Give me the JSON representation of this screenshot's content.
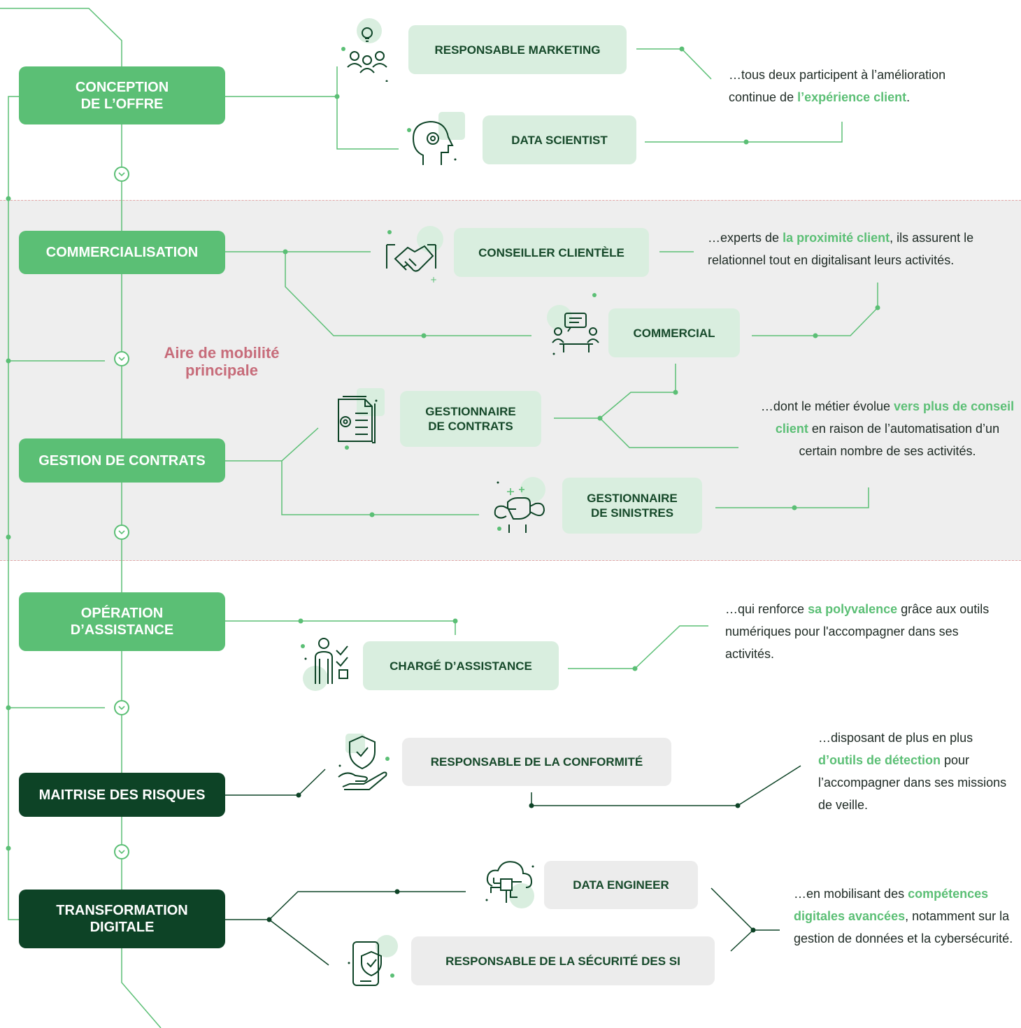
{
  "colors": {
    "green": "#5bbf75",
    "dark_green": "#0d4326",
    "mint": "#d9eedf",
    "grey": "#ececec",
    "pink": "#c76c7a"
  },
  "area_label": "Aire de mobilité principale",
  "stages": [
    {
      "label": "CONCEPTION\nDE L’OFFRE",
      "variant": "light"
    },
    {
      "label": "COMMERCIALISATION",
      "variant": "light"
    },
    {
      "label": "GESTION DE CONTRATS",
      "variant": "light"
    },
    {
      "label": "OPÉRATION\nD’ASSISTANCE",
      "variant": "light"
    },
    {
      "label": "MAITRISE DES RISQUES",
      "variant": "dark"
    },
    {
      "label": "TRANSFORMATION\nDIGITALE",
      "variant": "dark"
    }
  ],
  "roles": [
    {
      "label": "RESPONSABLE MARKETING",
      "icon": "people-idea-icon"
    },
    {
      "label": "DATA SCIENTIST",
      "icon": "head-gear-icon"
    },
    {
      "label": "CONSEILLER CLIENTÈLE",
      "icon": "handshake-icon"
    },
    {
      "label": "COMMERCIAL",
      "icon": "meeting-table-icon"
    },
    {
      "label": "GESTIONNAIRE\nDE CONTRATS",
      "icon": "document-gear-icon"
    },
    {
      "label": "GESTIONNAIRE\nDE SINISTRES",
      "icon": "wrench-hand-icon"
    },
    {
      "label": "CHARGÉ D’ASSISTANCE",
      "icon": "person-checklist-icon"
    },
    {
      "label": "RESPONSABLE DE LA CONFORMITÉ",
      "icon": "shield-hand-icon"
    },
    {
      "label": "DATA ENGINEER",
      "icon": "cloud-chip-icon"
    },
    {
      "label": "RESPONSABLE DE LA SÉCURITÉ DES SI",
      "icon": "phone-shield-icon"
    }
  ],
  "descriptions": [
    {
      "parts": [
        {
          "t": "…tous deux participent à l’amélioration continue de "
        },
        {
          "t": "l’expérience client",
          "hl": true
        },
        {
          "t": "."
        }
      ]
    },
    {
      "parts": [
        {
          "t": "…experts de "
        },
        {
          "t": "la proximité client",
          "hl": true
        },
        {
          "t": ", ils assurent le relationnel tout en digitalisant leurs activités."
        }
      ]
    },
    {
      "parts": [
        {
          "t": "…dont le métier évolue "
        },
        {
          "t": "vers plus de conseil client",
          "hl": true
        },
        {
          "t": " en raison de l’automatisation d’un certain nombre de ses activités."
        }
      ]
    },
    {
      "parts": [
        {
          "t": "…qui renforce "
        },
        {
          "t": "sa polyvalence",
          "hl": true
        },
        {
          "t": " grâce aux outils numériques pour l'accompagner dans ses activités."
        }
      ]
    },
    {
      "parts": [
        {
          "t": "…disposant de plus en plus "
        },
        {
          "t": "d’outils de détection",
          "hl": true
        },
        {
          "t": " pour l’accompagner dans ses missions de veille."
        }
      ]
    },
    {
      "parts": [
        {
          "t": "…en mobilisant des "
        },
        {
          "t": "compétences digitales avancées",
          "hl": true
        },
        {
          "t": ", notamment sur la gestion de données et la cybersécurité."
        }
      ]
    }
  ]
}
